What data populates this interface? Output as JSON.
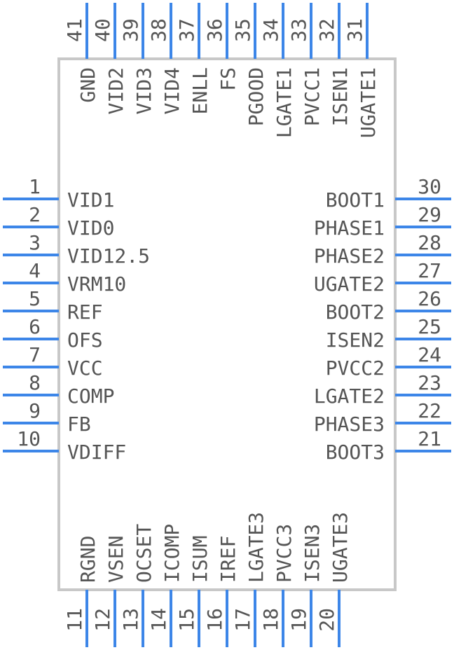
{
  "component": {
    "left_pins": [
      {
        "num": "1",
        "label": "VID1"
      },
      {
        "num": "2",
        "label": "VID0"
      },
      {
        "num": "3",
        "label": "VID12.5"
      },
      {
        "num": "4",
        "label": "VRM10"
      },
      {
        "num": "5",
        "label": "REF"
      },
      {
        "num": "6",
        "label": "OFS"
      },
      {
        "num": "7",
        "label": "VCC"
      },
      {
        "num": "8",
        "label": "COMP"
      },
      {
        "num": "9",
        "label": "FB"
      },
      {
        "num": "10",
        "label": "VDIFF"
      }
    ],
    "bottom_pins": [
      {
        "num": "11",
        "label": "RGND"
      },
      {
        "num": "12",
        "label": "VSEN"
      },
      {
        "num": "13",
        "label": "OCSET"
      },
      {
        "num": "14",
        "label": "ICOMP"
      },
      {
        "num": "15",
        "label": "ISUM"
      },
      {
        "num": "16",
        "label": "IREF"
      },
      {
        "num": "17",
        "label": "LGATE3"
      },
      {
        "num": "18",
        "label": "PVCC3"
      },
      {
        "num": "19",
        "label": "ISEN3"
      },
      {
        "num": "20",
        "label": "UGATE3"
      }
    ],
    "right_pins": [
      {
        "num": "21",
        "label": "BOOT3"
      },
      {
        "num": "22",
        "label": "PHASE3"
      },
      {
        "num": "23",
        "label": "LGATE2"
      },
      {
        "num": "24",
        "label": "PVCC2"
      },
      {
        "num": "25",
        "label": "ISEN2"
      },
      {
        "num": "26",
        "label": "BOOT2"
      },
      {
        "num": "27",
        "label": "UGATE2"
      },
      {
        "num": "28",
        "label": "PHASE2"
      },
      {
        "num": "29",
        "label": "PHASE1"
      },
      {
        "num": "30",
        "label": "BOOT1"
      }
    ],
    "top_pins": [
      {
        "num": "31",
        "label": "UGATE1"
      },
      {
        "num": "32",
        "label": "ISEN1"
      },
      {
        "num": "33",
        "label": "PVCC1"
      },
      {
        "num": "34",
        "label": "LGATE1"
      },
      {
        "num": "35",
        "label": "PGOOD"
      },
      {
        "num": "36",
        "label": "FS"
      },
      {
        "num": "37",
        "label": "ENLL"
      },
      {
        "num": "38",
        "label": "VID4"
      },
      {
        "num": "39",
        "label": "VID3"
      },
      {
        "num": "40",
        "label": "VID2"
      },
      {
        "num": "41",
        "label": "GND"
      }
    ]
  },
  "colors": {
    "pin": "#3d86e8",
    "body_outline": "#c8c8c8",
    "text": "#555555"
  }
}
